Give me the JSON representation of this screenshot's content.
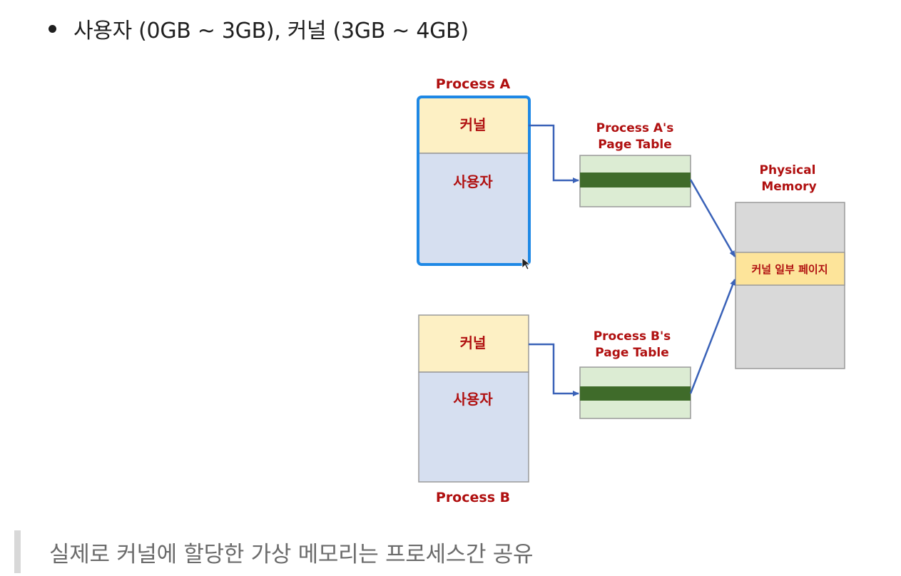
{
  "bullet": {
    "text": "사용자 (0GB ~ 3GB), 커널 (3GB ~ 4GB)"
  },
  "diagram": {
    "process_a": {
      "title": "Process A",
      "kernel_label": "커널",
      "user_label": "사용자"
    },
    "process_b": {
      "title": "Process B",
      "kernel_label": "커널",
      "user_label": "사용자"
    },
    "page_table_a": {
      "line1": "Process A's",
      "line2": "Page Table"
    },
    "page_table_b": {
      "line1": "Process B's",
      "line2": "Page Table"
    },
    "physical_memory": {
      "line1": "Physical",
      "line2": "Memory",
      "shared_label": "커널 일부 페이지"
    }
  },
  "quote": {
    "text": "실제로 커널에 할당한 가상 메모리는 프로세스간 공유"
  },
  "colors": {
    "label_red": "#b01010",
    "kernel_fill": "#fdf0c4",
    "user_fill": "#d6dff0",
    "table_fill": "#dcecd3",
    "table_entry": "#3f6b2a",
    "memory_fill": "#d9d9d9",
    "shared_fill": "#fde49a",
    "arrow_blue": "#3a62b8",
    "selection_blue": "#1e88e5"
  }
}
